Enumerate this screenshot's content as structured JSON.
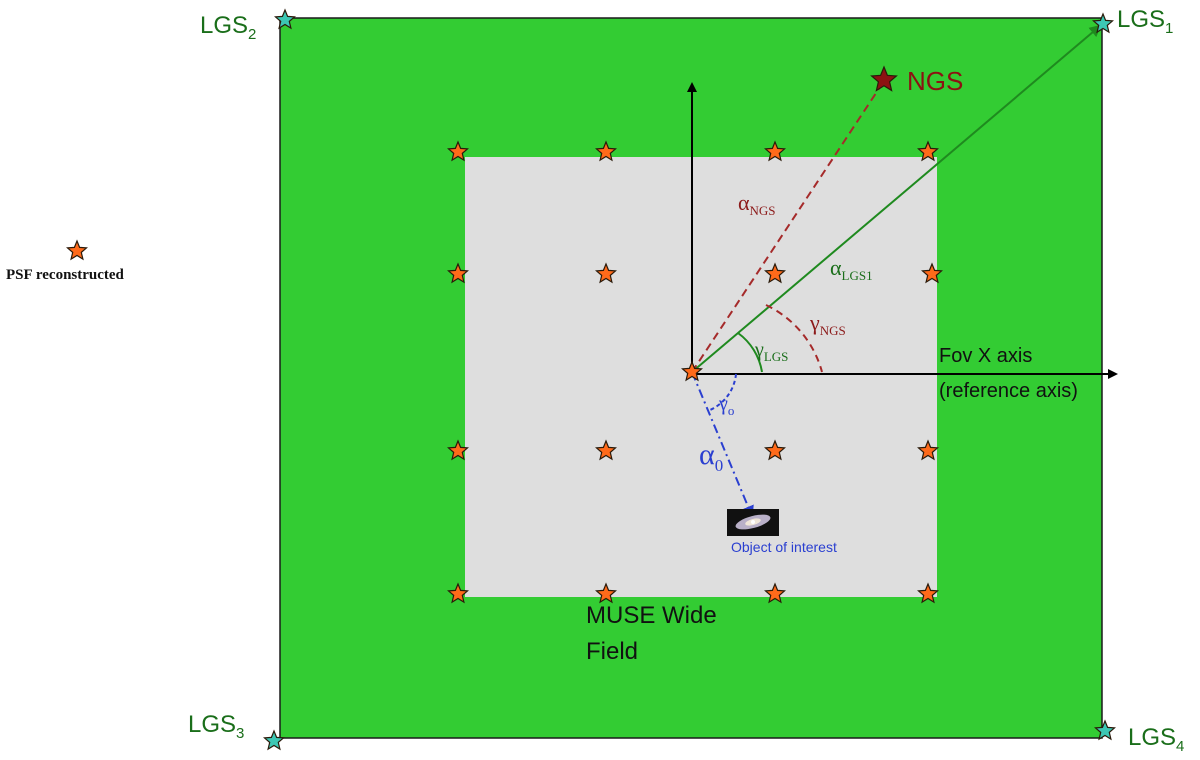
{
  "diagram": {
    "lgs_labels": [
      {
        "id": "lgs1",
        "base": "LGS",
        "sub": "1"
      },
      {
        "id": "lgs2",
        "base": "LGS",
        "sub": "2"
      },
      {
        "id": "lgs3",
        "base": "LGS",
        "sub": "3"
      },
      {
        "id": "lgs4",
        "base": "LGS",
        "sub": "4"
      }
    ],
    "ngs_label": "NGS",
    "legend_label": "PSF reconstructed",
    "angles": {
      "alpha_ngs": {
        "base": "α",
        "sub": "NGS"
      },
      "alpha_lgs1": {
        "base": "α",
        "sub": "LGS1"
      },
      "gamma_ngs": {
        "base": "γ",
        "sub": "NGS"
      },
      "gamma_lgs": {
        "base": "γ",
        "sub": "LGS"
      },
      "gamma_o": {
        "base": "γ",
        "sub": "o"
      },
      "alpha_0": {
        "base": "α",
        "sub": "0"
      }
    },
    "axis_label_line1": "Fov X axis",
    "axis_label_line2": "(reference axis)",
    "object_label": "Object of interest",
    "field_label_line1": "MUSE Wide",
    "field_label_line2": "Field",
    "colors": {
      "outer_field": "#33cc33",
      "inner_field": "#dedede",
      "lgs_star": "#3cc7b4",
      "psf_star": "#ff6a1a",
      "ngs_star": "#8c1212",
      "ngs_line": "#a52a2a",
      "lgs_line": "#1f8a1f",
      "object_line": "#2a3fd0"
    }
  }
}
